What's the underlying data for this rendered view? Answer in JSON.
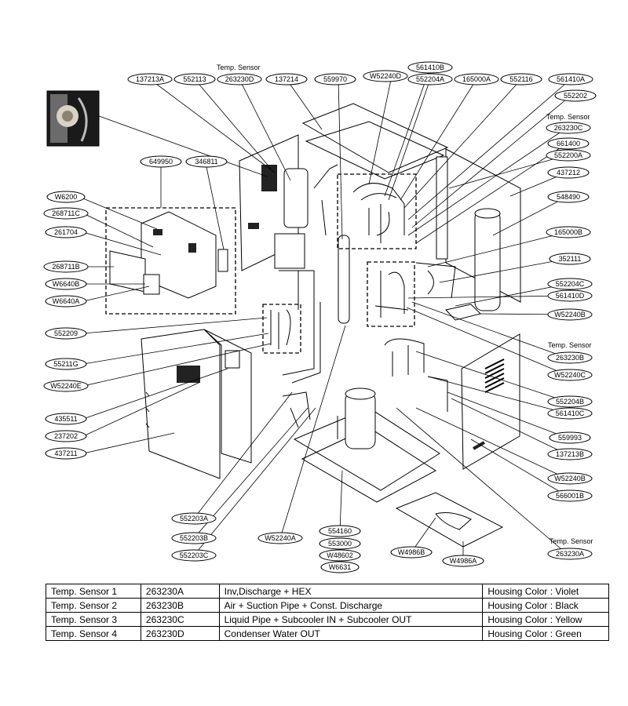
{
  "notes": {
    "temp_sensor_label": "Temp. Sensor"
  },
  "callouts": [
    {
      "id": "137213A"
    },
    {
      "id": "552113"
    },
    {
      "id": "263230D"
    },
    {
      "id": "137214"
    },
    {
      "id": "559970"
    },
    {
      "id": "W52240D"
    },
    {
      "id": "561410B"
    },
    {
      "id": "552204A"
    },
    {
      "id": "165000A"
    },
    {
      "id": "552116"
    },
    {
      "id": "561410A"
    },
    {
      "id": "552202"
    },
    {
      "id": "263230C"
    },
    {
      "id": "661400"
    },
    {
      "id": "552200A"
    },
    {
      "id": "437212"
    },
    {
      "id": "548490"
    },
    {
      "id": "165000B"
    },
    {
      "id": "352111"
    },
    {
      "id": "552204C"
    },
    {
      "id": "561410D"
    },
    {
      "id": "W52240B"
    },
    {
      "id": "263230B"
    },
    {
      "id": "W52240C"
    },
    {
      "id": "552204B"
    },
    {
      "id": "561410C"
    },
    {
      "id": "559993"
    },
    {
      "id": "137213B"
    },
    {
      "id": "W52240B"
    },
    {
      "id": "566001B"
    },
    {
      "id": "263230A"
    },
    {
      "id": "W4986A"
    },
    {
      "id": "W4986B"
    },
    {
      "id": "554160"
    },
    {
      "id": "553000"
    },
    {
      "id": "W48602"
    },
    {
      "id": "W6631"
    },
    {
      "id": "W52240A"
    },
    {
      "id": "552203A"
    },
    {
      "id": "552203B"
    },
    {
      "id": "552203C"
    },
    {
      "id": "649950"
    },
    {
      "id": "346811"
    },
    {
      "id": "W6200"
    },
    {
      "id": "268711C"
    },
    {
      "id": "261704"
    },
    {
      "id": "268711B"
    },
    {
      "id": "W6640B"
    },
    {
      "id": "W6640A"
    },
    {
      "id": "552209"
    },
    {
      "id": "55211G"
    },
    {
      "id": "W52240E"
    },
    {
      "id": "435511"
    },
    {
      "id": "237202"
    },
    {
      "id": "437211"
    }
  ],
  "sensor_table": [
    {
      "name": "Temp. Sensor 1",
      "code": "263230A",
      "location": "Inv,Discharge + HEX",
      "color": "Housing Color : Violet"
    },
    {
      "name": "Temp. Sensor 2",
      "code": "263230B",
      "location": "Air + Suction Pipe + Const. Discharge",
      "color": "Housing Color : Black"
    },
    {
      "name": "Temp. Sensor 3",
      "code": "263230C",
      "location": "Liquid Pipe + Subcooler IN + Subcooler OUT",
      "color": "Housing Color : Yellow"
    },
    {
      "name": "Temp. Sensor 4",
      "code": "263230D",
      "location": "Condenser Water OUT",
      "color": "Housing Color : Green"
    }
  ]
}
